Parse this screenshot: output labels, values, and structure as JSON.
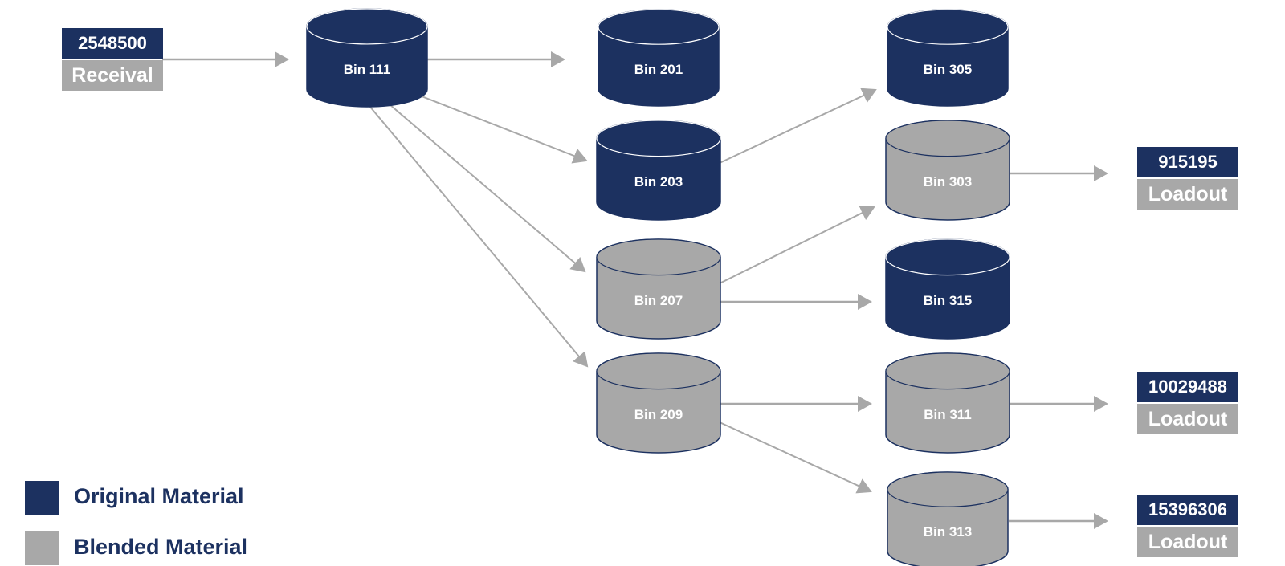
{
  "colors": {
    "original": "#1c3160",
    "blended": "#a8a8a8",
    "arrow": "#a8a8a8",
    "label_text": "#ffffff"
  },
  "source": {
    "value": "2548500",
    "caption": "Receival"
  },
  "bins": {
    "bin111": {
      "label": "Bin 111",
      "material": "original"
    },
    "bin201": {
      "label": "Bin 201",
      "material": "original"
    },
    "bin203": {
      "label": "Bin 203",
      "material": "original"
    },
    "bin207": {
      "label": "Bin 207",
      "material": "blended"
    },
    "bin209": {
      "label": "Bin 209",
      "material": "blended"
    },
    "bin305": {
      "label": "Bin 305",
      "material": "original"
    },
    "bin303": {
      "label": "Bin 303",
      "material": "blended"
    },
    "bin315": {
      "label": "Bin 315",
      "material": "original"
    },
    "bin311": {
      "label": "Bin 311",
      "material": "blended"
    },
    "bin313": {
      "label": "Bin 313",
      "material": "blended"
    }
  },
  "loadouts": [
    {
      "value": "915195",
      "caption": "Loadout"
    },
    {
      "value": "10029488",
      "caption": "Loadout"
    },
    {
      "value": "15396306",
      "caption": "Loadout"
    }
  ],
  "flows": [
    {
      "from": "receival",
      "to": "bin111"
    },
    {
      "from": "bin111",
      "to": "bin201"
    },
    {
      "from": "bin111",
      "to": "bin203"
    },
    {
      "from": "bin111",
      "to": "bin207"
    },
    {
      "from": "bin111",
      "to": "bin209"
    },
    {
      "from": "bin203",
      "to": "bin305"
    },
    {
      "from": "bin207",
      "to": "bin303"
    },
    {
      "from": "bin207",
      "to": "bin315"
    },
    {
      "from": "bin209",
      "to": "bin311"
    },
    {
      "from": "bin209",
      "to": "bin313"
    },
    {
      "from": "bin303",
      "to": "loadout-1"
    },
    {
      "from": "bin311",
      "to": "loadout-2"
    },
    {
      "from": "bin313",
      "to": "loadout-3"
    }
  ],
  "legend": {
    "original_label": "Original Material",
    "blended_label": "Blended Material"
  }
}
